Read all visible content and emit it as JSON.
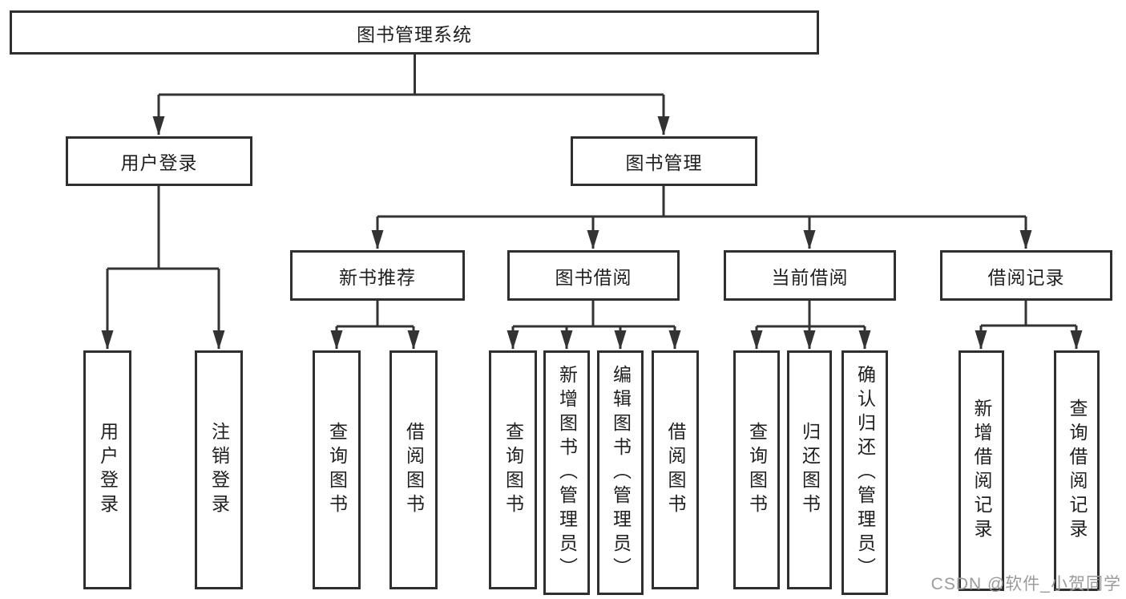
{
  "colors": {
    "line": "#333333",
    "box_border": "#2f2f2f",
    "box_fill": "#ffffff",
    "text": "#1f1f1f",
    "watermark": "#9b9b9b",
    "background": "#ffffff"
  },
  "watermark": {
    "text": "CSDN @软件_小贺同学"
  },
  "tree": {
    "label": "图书管理系统",
    "children": [
      {
        "label": "用户登录",
        "children": [
          {
            "label": "用户登录"
          },
          {
            "label": "注销登录"
          }
        ]
      },
      {
        "label": "图书管理",
        "children": [
          {
            "label": "新书推荐",
            "children": [
              {
                "label": "查询图书"
              },
              {
                "label": "借阅图书"
              }
            ]
          },
          {
            "label": "图书借阅",
            "children": [
              {
                "label": "查询图书"
              },
              {
                "label": "新增图书（管理员）"
              },
              {
                "label": "编辑图书（管理员）"
              },
              {
                "label": "借阅图书"
              }
            ]
          },
          {
            "label": "当前借阅",
            "children": [
              {
                "label": "查询图书"
              },
              {
                "label": "归还图书"
              },
              {
                "label": "确认归还（管理员）"
              }
            ]
          },
          {
            "label": "借阅记录",
            "children": [
              {
                "label": "新增借阅记录"
              },
              {
                "label": "查询借阅记录"
              }
            ]
          }
        ]
      }
    ]
  }
}
